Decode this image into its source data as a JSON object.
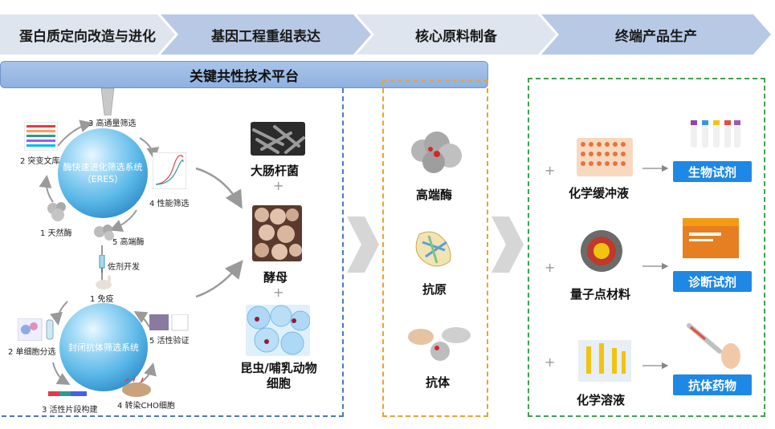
{
  "stages": [
    "蛋白质定向改造与进化",
    "基因工程重组表达",
    "核心原料制备",
    "终端产品生产"
  ],
  "platform_title": "关键共性技术平台",
  "eres": {
    "center": "酶快速进化筛选系统\n（ERES）",
    "steps": [
      "3 高通量筛选",
      "2 突变文库",
      "4 性能筛选",
      "1 天然酶",
      "5 高端酶"
    ]
  },
  "adjuvant": "佐剂开发",
  "immunize": "1 免疫",
  "antibody_system": {
    "center": "封闭抗体筛选系统",
    "steps": [
      "2 单细胞分选",
      "5 活性验证",
      "3 活性片段构建",
      "4 转染CHO细胞"
    ]
  },
  "hosts": [
    "大肠杆菌",
    "酵母",
    "昆虫/哺乳动物\n细胞"
  ],
  "materials": [
    "高端酶",
    "抗原",
    "抗体"
  ],
  "inputs": [
    "化学缓冲液",
    "量子点材料",
    "化学溶液"
  ],
  "products": [
    "生物试剂",
    "诊断试剂",
    "抗体药物"
  ],
  "colors": {
    "stage_dark": "#b8c9e6",
    "stage_light": "#dfe5ee",
    "pill": "#1e88e5",
    "blue_dash": "#4a78c2",
    "orange_dash": "#f0a030",
    "green_dash": "#3fa34d"
  }
}
